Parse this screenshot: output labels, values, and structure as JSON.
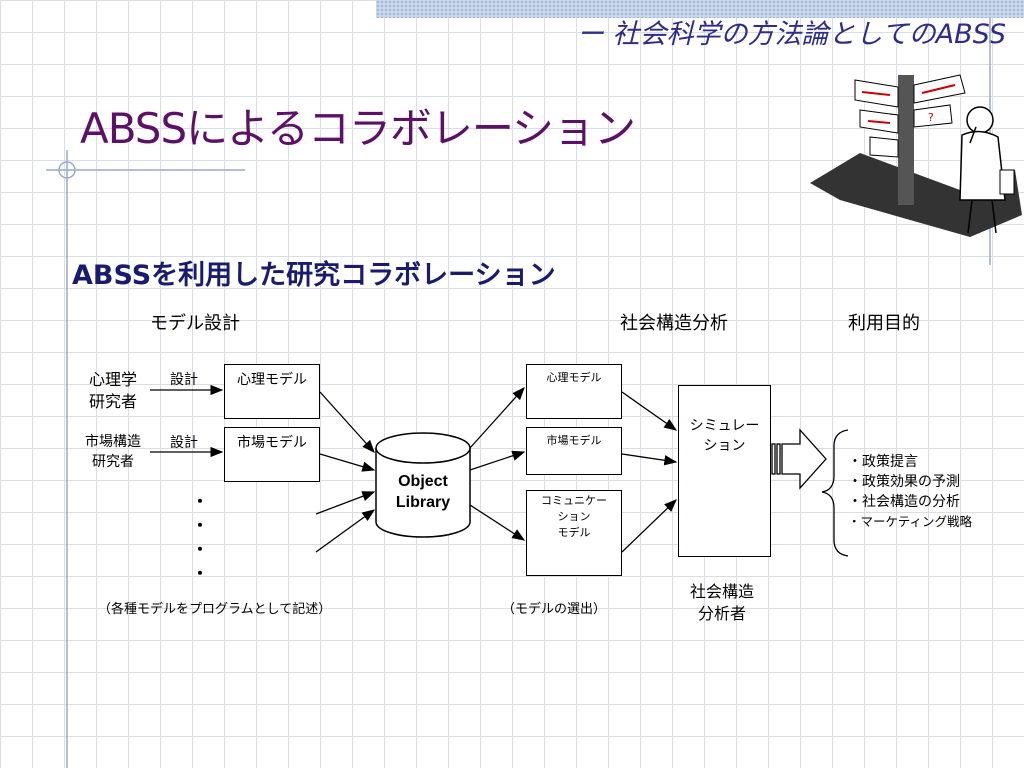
{
  "header": {
    "subtitle": "ー 社会科学の方法論としてのABSS"
  },
  "slide": {
    "title": "ABSSによるコラボレーション",
    "subheading": "ABSSを利用した研究コラボレーション"
  },
  "columns": {
    "model_design": "モデル設計",
    "social_structure_analysis": "社会構造分析",
    "purpose": "利用目的"
  },
  "researchers": {
    "psychology_line1": "心理学",
    "psychology_line2": "研究者",
    "market_line1": "市場構造",
    "market_line2": "研究者"
  },
  "design_labels": {
    "psychology": "設計",
    "market": "設計"
  },
  "left_models": {
    "psychology": "心理モデル",
    "market": "市場モデル"
  },
  "ellipsis": [
    "・",
    "・",
    "・",
    "・"
  ],
  "object_library": {
    "line1": "Object",
    "line2": "Library"
  },
  "right_models": {
    "psychology": "心理モデル",
    "market": "市場モデル",
    "communication_line1": "コミュニケー",
    "communication_line2": "ション",
    "communication_line3": "モデル"
  },
  "simulation": {
    "line1": "シミュレー",
    "line2": "ション"
  },
  "analyst": {
    "line1": "社会構造",
    "line2": "分析者"
  },
  "purposes": [
    "・政策提言",
    "・政策効果の予測",
    "・社会構造の分析",
    "・マーケティング戦略"
  ],
  "notes": {
    "left": "（各種モデルをプログラムとして記述）",
    "middle": "（モデルの選出）"
  }
}
